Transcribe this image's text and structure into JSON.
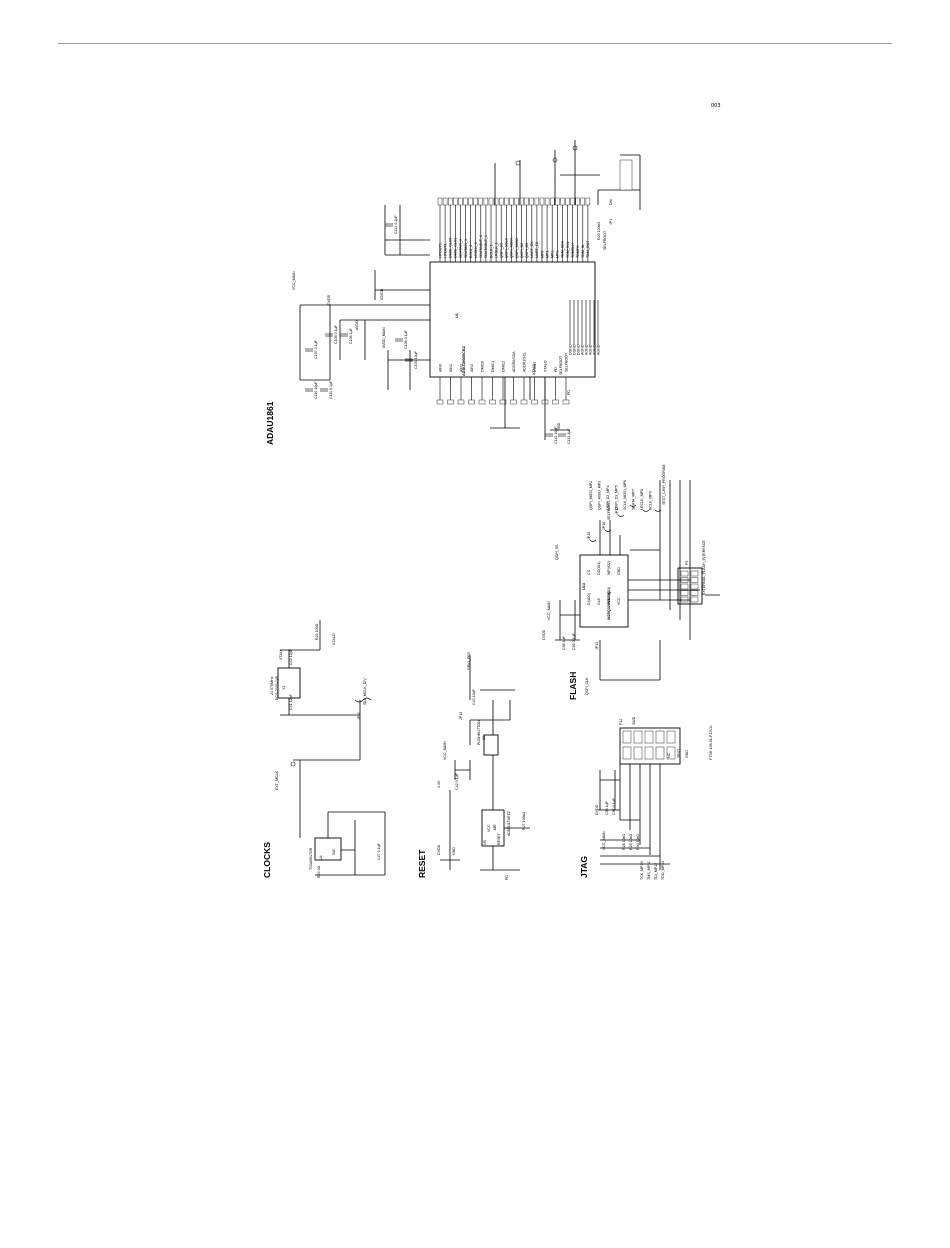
{
  "figure_number": "003",
  "sections": {
    "adau": {
      "title": "ADAU1861",
      "chip_name": "ADAU1860BCBZ",
      "chip_ref": "U1",
      "left_pins": [
        "AIN0",
        "AIN1",
        "AIN2",
        "AIN3",
        "DMIC0",
        "DMIC1",
        "DMIC2",
        "ADDR0/SDA",
        "ADDR1/SCL",
        "XTALI",
        "XTALO",
        "PD",
        "SELFBOOT"
      ],
      "rail_labels": {
        "vcc_main": "VCC_MAIN",
        "dvdd": "DVDD",
        "iovdd": "IOVDD",
        "avdd": "AVDD",
        "xtal": "XTALO",
        "avdd_main": "AVDD_MAIN",
        "pd": "PD",
        "selfboot": "SELFBOOT"
      },
      "right_pins": [
        "HPOUT0",
        "HPOUT1",
        "DMIC_CLK0",
        "DMIC_CLK1",
        "SDATAIN_0",
        "SDATAIN_1",
        "BCLK_0",
        "LRCLK_0",
        "SDATAOUT_0",
        "SDATAOUT_1",
        "BCLK_1",
        "LRCLK_1",
        "QSPI_SS",
        "QSPI_SCLK",
        "QSPI_MOSI",
        "QSPI_MISO",
        "QSPI_D2",
        "QSPI_D3",
        "UART_RX",
        "UART_TX",
        "MP0",
        "MP1",
        "MP2",
        "MP3",
        "TDM_SDA",
        "TDM_SCL",
        "TDMCLK",
        "TDMFS",
        "TDM_IN",
        "TDM_OUT"
      ],
      "gnd_pins": [
        "DGND",
        "DGND",
        "DGND",
        "AGND",
        "AGND",
        "AGND",
        "AGND",
        "AGND"
      ],
      "caps": [
        "C110 10µF",
        "C111 0.1µF",
        "C107 0.1µF",
        "C106 1µF",
        "C105 0.1µF",
        "C108 0.1µF",
        "C104 10µF",
        "C112 10µF",
        "C113 1µF",
        "C114 0.1µF"
      ],
      "parts": [
        "R20 100kΩ",
        "SELFBOOT",
        "JP1",
        "S1",
        "DNI",
        "TBD"
      ]
    },
    "clocks": {
      "title": "CLOCKS",
      "parts": [
        "24.576MHz",
        "ECS-2333-245",
        "Y1",
        "C41 12pF",
        "C42 12pF",
        "R23 100Ω",
        "TS3A5017DR",
        "U4",
        "SW",
        "EXT_MCLK",
        "JP11",
        "SEL_MCLK_DIV",
        "R24 0Ω",
        "XTALO",
        "XTALI",
        "C47 0.1µF"
      ]
    },
    "reset": {
      "title": "RESET",
      "parts": [
        "ADM811TARTZ",
        "U5",
        "MR",
        "RESET",
        "VCC",
        "GND",
        "C42 0.1µF",
        "C43 10µF",
        "PUSHBUTTON",
        "S2",
        "JP13",
        "GPIO_PB3",
        "R27 100kΩ",
        "PD",
        "3.3V",
        "VCC_MAIN",
        "DVDD"
      ]
    },
    "flash": {
      "title": "FLASH",
      "chip_name": "W25Q32JVSSIQ",
      "chip_ref": "U13",
      "chip_pins": [
        "CS",
        "DO(IO1)",
        "WP(IO2)",
        "GND",
        "DI(IO0)",
        "CLK",
        "HOLD(IO3)",
        "VCC"
      ],
      "parts": [
        "EXTERNAL_FLASH_INTERFACE",
        "P3",
        "JP14",
        "JP15",
        "JP16",
        "JP17",
        "C58 1µF",
        "C59 0.1µF",
        "DVDD",
        "VCC_MAIN",
        "QSPI_SS",
        "QSPI_CLK",
        "TEST_CHIP_PROGRAM",
        "SELFBOOT"
      ],
      "net_labels": [
        "QSPI_MOSI_MP2",
        "QSPI_MISO_MP3",
        "QSPI_D2_MP4",
        "QSPI_D3_MP5",
        "SCLK_MOSI_MP6",
        "SDATA_MP7",
        "LRCLK_MP8",
        "BCLK_MP9"
      ]
    },
    "jtag": {
      "title": "JTAG",
      "parts": [
        "P12",
        "SWD",
        "C56 1µF",
        "C57 0.1µF",
        "R28 10kΩ",
        "R29 10kΩ",
        "R30 10kΩ",
        "DVDD",
        "VCC_MAIN",
        "TCK_MP10",
        "TMS_MP11",
        "TDI_MP12",
        "TDO_MP13",
        "NC",
        "FTSH-105-01-F-DV-K",
        "TRST",
        "GND"
      ]
    }
  }
}
